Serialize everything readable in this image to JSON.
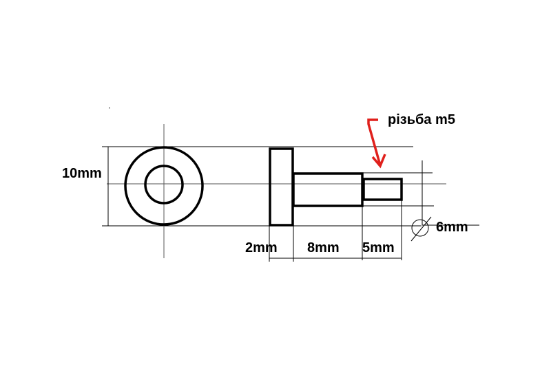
{
  "dimensions": {
    "diameter_outer": "10mm",
    "flange_length": "2mm",
    "shaft_length": "8mm",
    "thread_length": "5mm",
    "shaft_diameter": "6mm"
  },
  "annotation": {
    "thread_label": "різьба m5"
  },
  "colors": {
    "line": "#000000",
    "annotation": "#e0201c"
  }
}
